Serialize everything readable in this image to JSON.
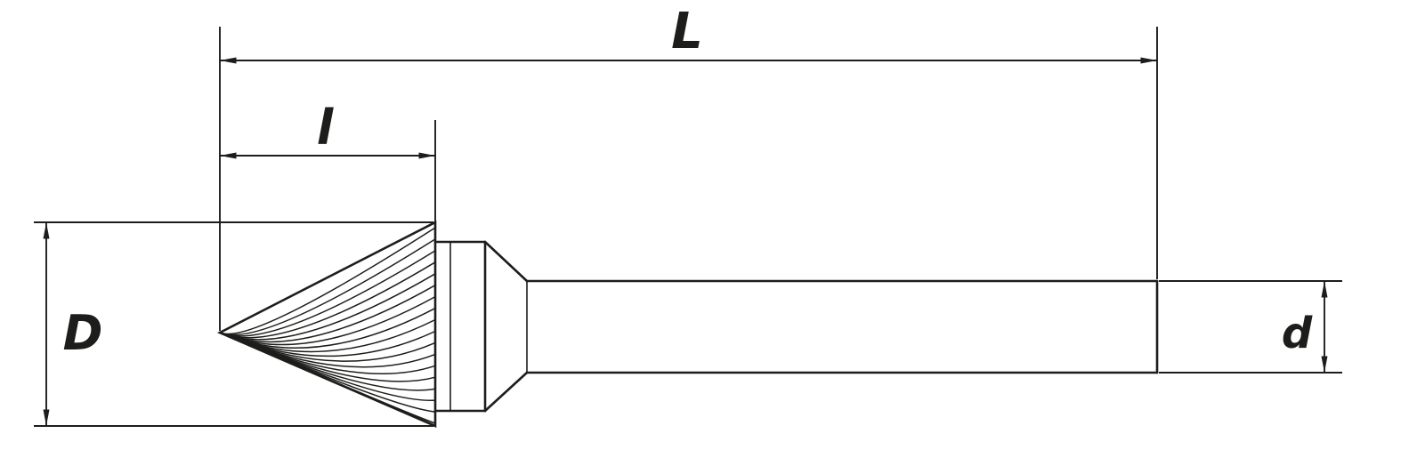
{
  "drawing": {
    "dimension_labels": {
      "total_length": "L",
      "cut_length": "l",
      "head_diameter": "D",
      "shank_diameter": "d"
    },
    "colors": {
      "line": "#1d1d1b",
      "background": "#ffffff"
    }
  }
}
